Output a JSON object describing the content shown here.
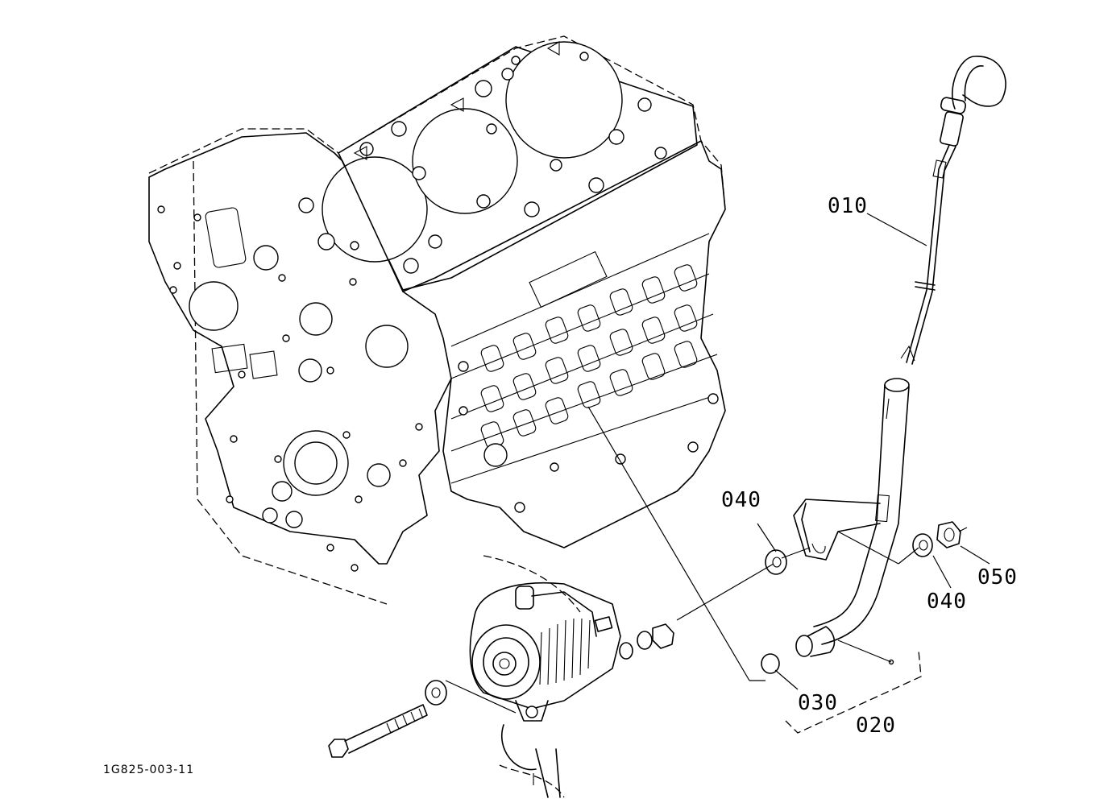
{
  "figure_code": "1G825-003-11",
  "callouts": {
    "p010": "010",
    "p020": "020",
    "p030": "030",
    "p040_left": "040",
    "p040_right": "040",
    "p050": "050"
  },
  "colors": {
    "line": "#000000",
    "background": "#ffffff"
  }
}
